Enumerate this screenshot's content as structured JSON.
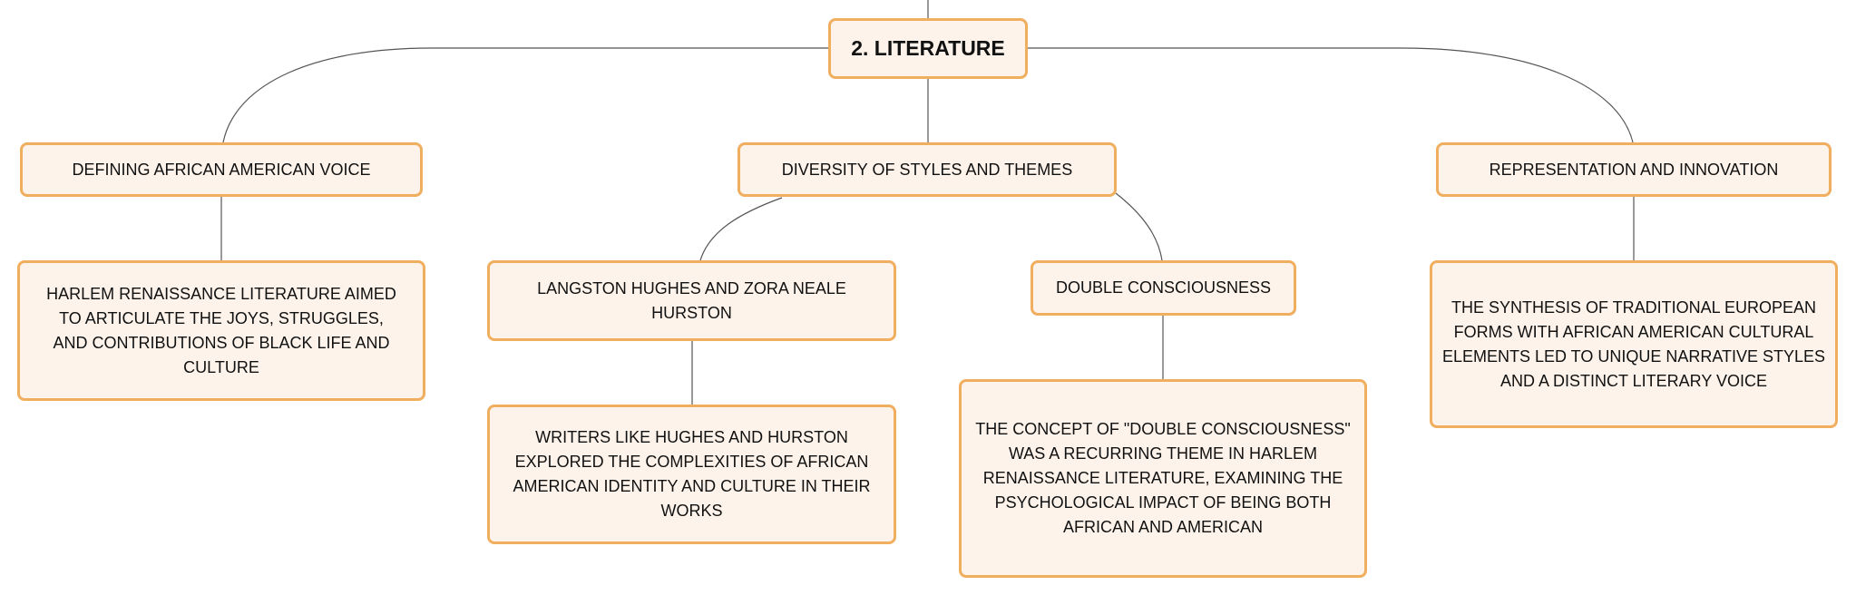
{
  "root": {
    "label": "2. LITERATURE"
  },
  "branches": [
    {
      "label": "DEFINING AFRICAN AMERICAN VOICE",
      "children": [
        {
          "label": "HARLEM RENAISSANCE LITERATURE AIMED TO ARTICULATE THE JOYS, STRUGGLES, AND CONTRIBUTIONS OF BLACK LIFE AND CULTURE"
        }
      ]
    },
    {
      "label": "DIVERSITY OF STYLES AND THEMES",
      "children": [
        {
          "label": "LANGSTON HUGHES AND ZORA NEALE HURSTON",
          "children": [
            {
              "label": "WRITERS LIKE HUGHES AND HURSTON EXPLORED THE COMPLEXITIES OF AFRICAN AMERICAN IDENTITY AND CULTURE IN THEIR WORKS"
            }
          ]
        },
        {
          "label": "DOUBLE CONSCIOUSNESS",
          "children": [
            {
              "label": "THE CONCEPT OF \"DOUBLE CONSCIOUSNESS\" WAS A RECURRING THEME IN HARLEM RENAISSANCE LITERATURE, EXAMINING THE PSYCHOLOGICAL IMPACT OF BEING BOTH AFRICAN AND AMERICAN"
            }
          ]
        }
      ]
    },
    {
      "label": "REPRESENTATION AND INNOVATION",
      "children": [
        {
          "label": "THE SYNTHESIS OF TRADITIONAL EUROPEAN FORMS WITH AFRICAN AMERICAN CULTURAL ELEMENTS LED TO UNIQUE NARRATIVE STYLES AND A DISTINCT LITERARY VOICE"
        }
      ]
    }
  ],
  "colors": {
    "node_fill": "#fdf3ea",
    "node_border": "#f0ae5f",
    "connector": "#555555"
  }
}
